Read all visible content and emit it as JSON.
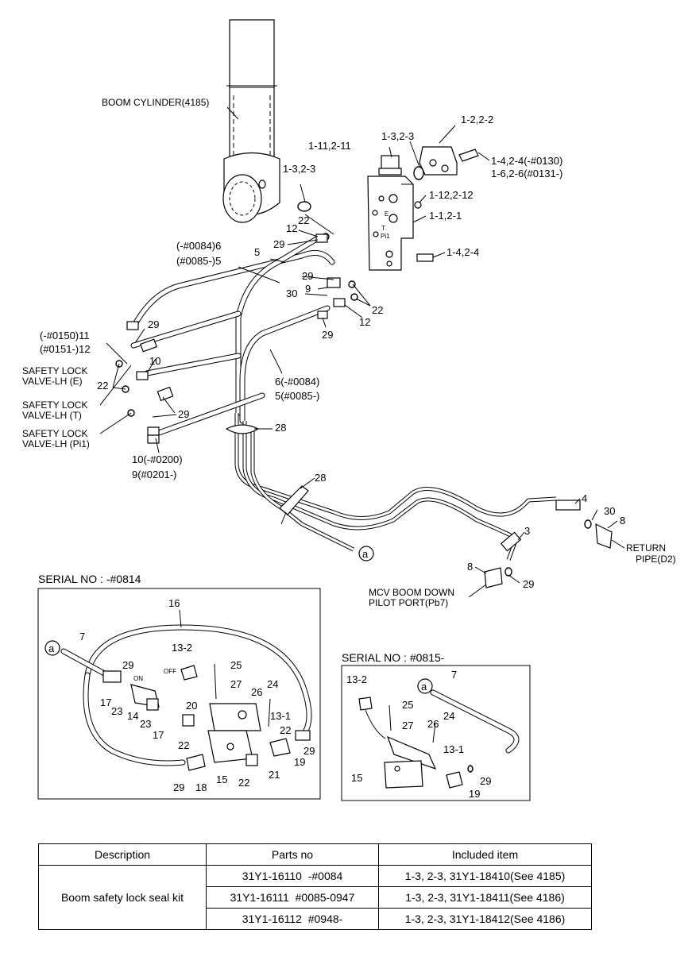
{
  "labels": {
    "boom_cylinder": "BOOM CYLINDER(4185)",
    "l_1_2_2_2": "1-2,2-2",
    "l_1_3_2_3_a": "1-3,2-3",
    "l_1_11_2_11": "1-11,2-11",
    "l_1_4_2_4_0130": "1-4,2-4(-#0130)",
    "l_1_6_2_6_0131": "1-6,2-6(#0131-)",
    "l_1_3_2_3_b": "1-3,2-3",
    "l_1_12_2_12": "1-12,2-12",
    "l_1_1_2_1": "1-1,2-1",
    "l_22_a": "22",
    "l_12_a": "12",
    "l_29_a": "29",
    "l_0084_6": "(-#0084)6",
    "l_0085_5": "(#0085-)5",
    "l_5": "5",
    "l_1_4_2_4": "1-4,2-4",
    "l_29_b": "29",
    "l_30_a": "30",
    "l_9_a": "9",
    "l_22_b": "22",
    "l_12_b": "12",
    "l_29_c": "29",
    "l_29_d": "29",
    "l_0150_11": "(-#0150)11",
    "l_0151_12": "(#0151-)12",
    "l_10_a": "10",
    "safety_e_1": "SAFETY LOCK",
    "safety_e_2": "VALVE-LH (E)",
    "l_22_c": "22",
    "safety_t_1": "SAFETY LOCK",
    "safety_t_2": "VALVE-LH (T)",
    "l_29_e": "29",
    "safety_p_1": "SAFETY LOCK",
    "safety_p_2": "VALVE-LH (Pi1)",
    "l_6_0084": "6(-#0084)",
    "l_5_0085": "5(#0085-)",
    "l_28_a": "28",
    "l_10_0200": "10(-#0200)",
    "l_9_0201": "9(#0201-)",
    "l_28_b": "28",
    "l_4": "4",
    "l_30_b": "30",
    "l_8_a": "8",
    "return_1": "RETURN",
    "return_2": "PIPE(D2)",
    "l_3": "3",
    "l_8_b": "8",
    "l_29_f": "29",
    "mcv_1": "MCV BOOM DOWN",
    "mcv_2": "PILOT PORT(Pb7)",
    "circle_a_main": "a",
    "valve_e": "E",
    "valve_t": "T",
    "valve_pi": "Pi1"
  },
  "inset_left": {
    "title": "SERIAL NO : -#0814",
    "circle_a": "a",
    "l_16": "16",
    "l_7": "7",
    "l_13_2": "13-2",
    "l_25": "25",
    "l_27": "27",
    "l_26": "26",
    "l_24": "24",
    "l_29_a": "29",
    "l_17_a": "17",
    "l_23_a": "23",
    "l_14": "14",
    "l_23_b": "23",
    "l_17_b": "17",
    "l_20": "20",
    "l_13_1": "13-1",
    "l_22_a": "22",
    "l_22_b": "22",
    "l_19": "19",
    "l_29_b": "29",
    "l_21": "21",
    "l_29_c": "29",
    "l_18": "18",
    "l_15": "15",
    "l_22_c": "22",
    "on": "ON",
    "off": "OFF"
  },
  "inset_right": {
    "title": "SERIAL NO : #0815-",
    "circle_a": "a",
    "l_13_2": "13-2",
    "l_7": "7",
    "l_25": "25",
    "l_27": "27",
    "l_26": "26",
    "l_24": "24",
    "l_13_1": "13-1",
    "l_15": "15",
    "l_29": "29",
    "l_19": "19"
  },
  "kit_table": {
    "headers": [
      "Description",
      "Parts no",
      "Included item"
    ],
    "description": "Boom safety lock seal kit",
    "rows": [
      {
        "parts_no": "31Y1-16110  -#0084",
        "included": "1-3, 2-3, 31Y1-18410(See 4185)"
      },
      {
        "parts_no": "31Y1-16111  #0085-0947",
        "included": "1-3, 2-3, 31Y1-18411(See 4186)"
      },
      {
        "parts_no": "31Y1-16112  #0948-",
        "included": "1-3, 2-3, 31Y1-18412(See 4186)"
      }
    ]
  }
}
